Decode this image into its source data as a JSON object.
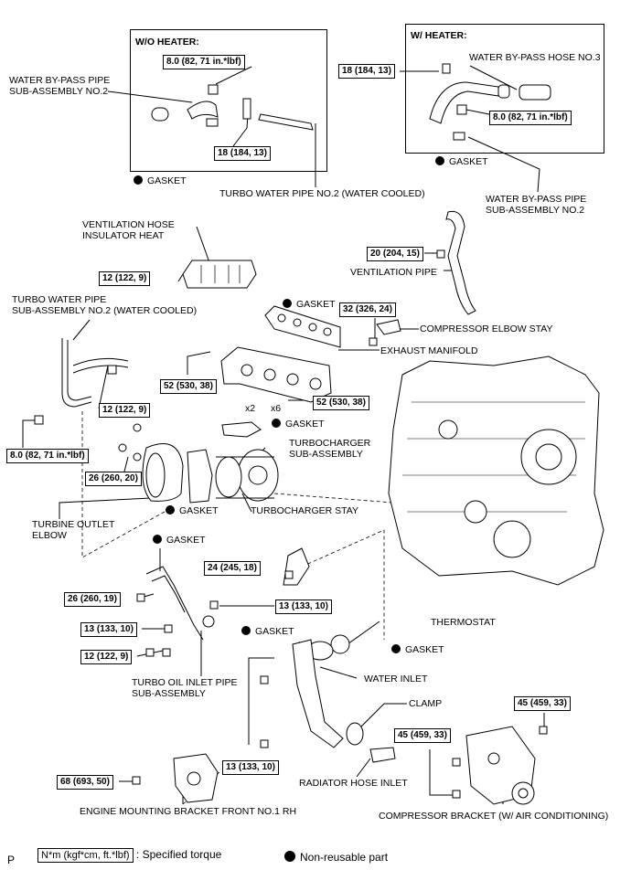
{
  "boxes": {
    "wo_heater": "W/O HEATER:",
    "w_heater": "W/ HEATER:"
  },
  "labels": {
    "water_bypass_pipe_1": "WATER BY-PASS PIPE\nSUB-ASSEMBLY NO.2",
    "turbo_water_pipe_no2": "TURBO WATER PIPE NO.2  (WATER COOLED)",
    "water_bypass_hose_no3": "WATER BY-PASS HOSE NO.3",
    "water_bypass_pipe_2": "WATER BY-PASS PIPE\nSUB-ASSEMBLY NO.2",
    "ventilation_hose_insulator": "VENTILATION HOSE\nINSULATOR HEAT",
    "ventilation_pipe": "VENTILATION PIPE",
    "turbo_water_pipe_sub": "TURBO WATER PIPE\nSUB-ASSEMBLY NO.2 (WATER COOLED)",
    "compressor_elbow_stay": "COMPRESSOR ELBOW STAY",
    "exhaust_manifold": "EXHAUST MANIFOLD",
    "turbocharger_sub": "TURBOCHARGER\nSUB-ASSEMBLY",
    "turbine_outlet_elbow": "TURBINE OUTLET\nELBOW",
    "turbocharger_stay": "TURBOCHARGER STAY",
    "thermostat": "THERMOSTAT",
    "water_inlet": "WATER INLET",
    "clamp": "CLAMP",
    "turbo_oil_inlet_pipe": "TURBO OIL INLET PIPE\nSUB-ASSEMBLY",
    "radiator_hose_inlet": "RADIATOR HOSE INLET",
    "engine_mounting_bracket": "ENGINE MOUNTING BRACKET FRONT NO.1 RH",
    "compressor_bracket": "COMPRESSOR BRACKET (W/ AIR CONDITIONING)",
    "x2": "x2",
    "x6": "x6"
  },
  "gasket_label": "GASKET",
  "torques": {
    "t_wo_8": "8.0 (82, 71 in.*lbf)",
    "t_wo_18": "18 (184, 13)",
    "t_w_18": "18 (184, 13)",
    "t_w_8": "8.0 (82, 71 in.*lbf)",
    "t_vent_20": "20 (204, 15)",
    "t_vhi_12": "12 (122, 9)",
    "t_ces_32": "32 (326, 24)",
    "t_em_52a": "52 (530, 38)",
    "t_em_52b": "52 (530, 38)",
    "t_twp_12": "12 (122, 9)",
    "t_twp_8": "8.0 (82, 71 in.*lbf)",
    "t_toe_26": "26 (260, 20)",
    "t_ts_24": "24 (245, 18)",
    "t_oil_26": "26 (260, 19)",
    "t_oil_13a": "13 (133, 10)",
    "t_oil_13b": "13 (133, 10)",
    "t_oil_12": "12 (122, 9)",
    "t_clamp_45": "45 (459, 33)",
    "t_cb_45": "45 (459, 33)",
    "t_emb_68": "68 (693, 50)",
    "t_wi_13": "13 (133, 10)"
  },
  "legend": {
    "p_mark": "P",
    "torque_unit": "N*m (kgf*cm, ft.*lbf)",
    "torque_desc": ": Specified torque",
    "nonreusable": "Non-reusable part"
  }
}
